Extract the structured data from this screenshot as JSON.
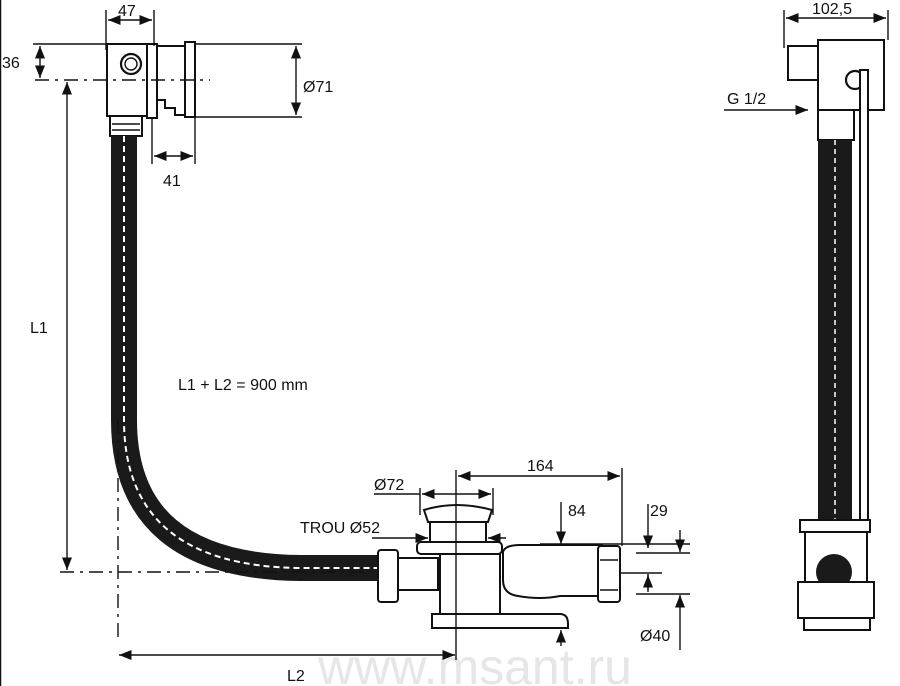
{
  "drawing": {
    "dimensions": {
      "top_width": "47",
      "top_offset": "36",
      "overflow_diameter": "Ø71",
      "overflow_depth": "41",
      "length_1": "L1",
      "length_2": "L2",
      "total_length": "L1 + L2 = 900 mm",
      "drain_diameter": "Ø72",
      "drain_span": "164",
      "hole_diameter": "TROU Ø52",
      "drain_height": "84",
      "outlet_offset": "29",
      "outlet_diameter": "Ø40",
      "side_width": "102,5",
      "thread": "G 1/2"
    },
    "watermark": "www.msant.ru"
  }
}
